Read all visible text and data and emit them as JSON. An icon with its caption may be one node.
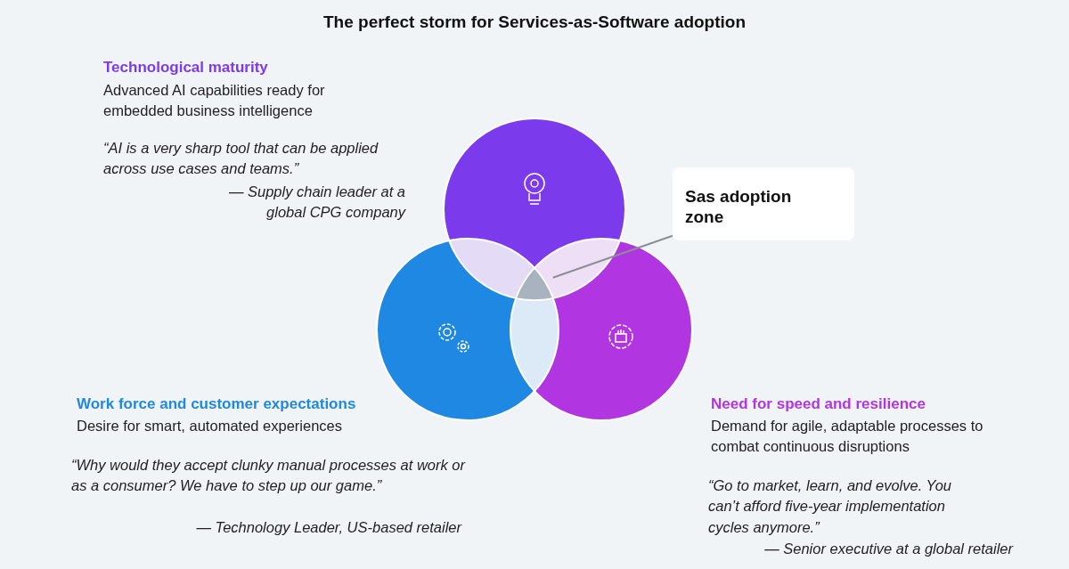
{
  "diagram": {
    "title": "The perfect storm for Services-as-Software adoption",
    "nodes": [
      {
        "text": [
          "Sas adoption zone"
        ]
      },
      {
        "text": [],
        "shape": "triangle"
      }
    ],
    "edges": [
      {
        "from": 0,
        "to": 1,
        "arrow": "none"
      }
    ],
    "labels": [
      "Technological maturity",
      "Advanced AI capabilities ready for embedded business intelligence",
      "“AI is a very sharp tool that can be applied across use cases and teams.”",
      "— Supply chain leader at a global CPG company",
      "Work force and customer expectations",
      "Desire for smart, automated experiences",
      "“Why would they accept clunky manual processes at work or as a consumer? We have to step up our game.”",
      "— Technology Leader, US-based retailer",
      "Need for speed and resilience",
      "Demand for agile, adaptable processes to combat continuous disruptions",
      "“Go to market, learn, and evolve. You can’t afford five-year implementation cycles anymore.”",
      "— Senior executive at a global retailer"
    ]
  }
}
